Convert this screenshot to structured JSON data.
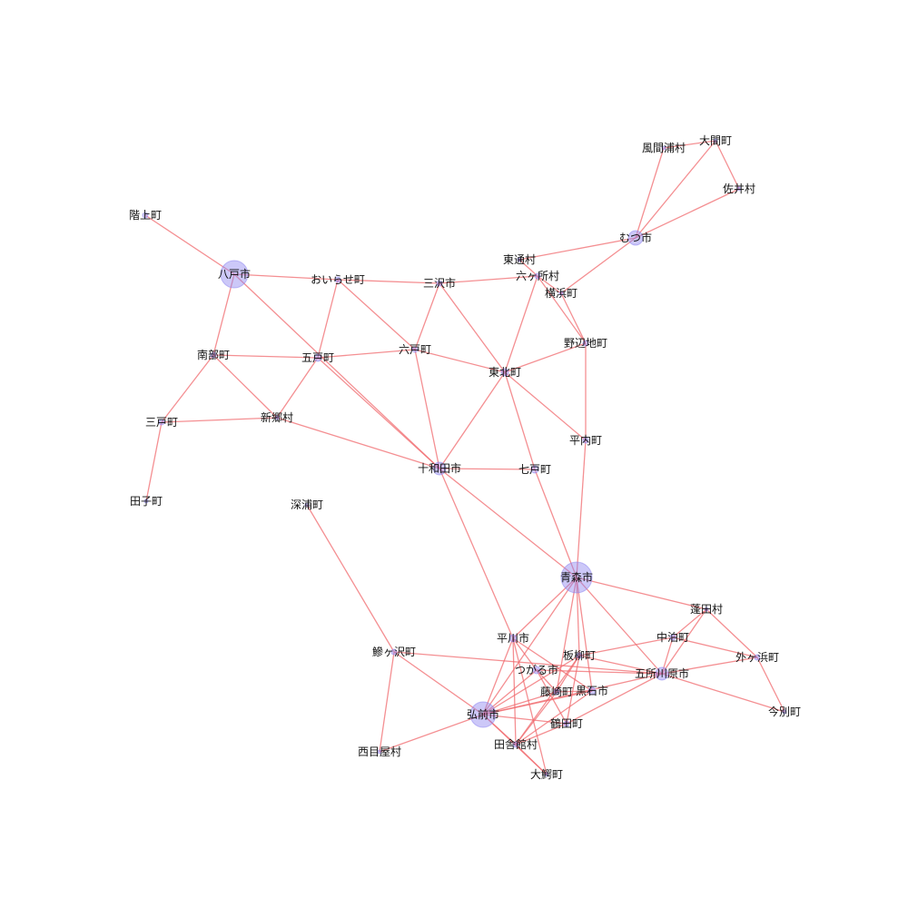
{
  "nodes": [
    {
      "id": "n01",
      "label": "風間浦村",
      "size": 2
    },
    {
      "id": "n02",
      "label": "大間町",
      "size": 2
    },
    {
      "id": "n03",
      "label": "佐井村",
      "size": 2
    },
    {
      "id": "n04",
      "label": "むつ市",
      "size": 8
    },
    {
      "id": "n05",
      "label": "階上町",
      "size": 3
    },
    {
      "id": "n06",
      "label": "八戸市",
      "size": 15
    },
    {
      "id": "n07",
      "label": "おいらせ町",
      "size": 3
    },
    {
      "id": "n08",
      "label": "三沢市",
      "size": 3
    },
    {
      "id": "n09",
      "label": "東通村",
      "size": 2
    },
    {
      "id": "n10",
      "label": "六ヶ所村",
      "size": 3
    },
    {
      "id": "n11",
      "label": "横浜町",
      "size": 2
    },
    {
      "id": "n12",
      "label": "南部町",
      "size": 3
    },
    {
      "id": "n13",
      "label": "五戸町",
      "size": 4
    },
    {
      "id": "n14",
      "label": "六戸町",
      "size": 3
    },
    {
      "id": "n15",
      "label": "野辺地町",
      "size": 3
    },
    {
      "id": "n16",
      "label": "東北町",
      "size": 4
    },
    {
      "id": "n17",
      "label": "三戸町",
      "size": 3
    },
    {
      "id": "n18",
      "label": "新郷村",
      "size": 2
    },
    {
      "id": "n19",
      "label": "平内町",
      "size": 3
    },
    {
      "id": "n20",
      "label": "十和田市",
      "size": 7
    },
    {
      "id": "n21",
      "label": "七戸町",
      "size": 4
    },
    {
      "id": "n22",
      "label": "田子町",
      "size": 2
    },
    {
      "id": "n23",
      "label": "深浦町",
      "size": 2
    },
    {
      "id": "n24",
      "label": "青森市",
      "size": 17
    },
    {
      "id": "n25",
      "label": "蓬田村",
      "size": 2
    },
    {
      "id": "n26",
      "label": "平川市",
      "size": 4
    },
    {
      "id": "n27",
      "label": "中泊町",
      "size": 3
    },
    {
      "id": "n28",
      "label": "鰺ヶ沢町",
      "size": 3
    },
    {
      "id": "n29",
      "label": "板柳町",
      "size": 3
    },
    {
      "id": "n30",
      "label": "外ヶ浜町",
      "size": 3
    },
    {
      "id": "n31",
      "label": "つがる市",
      "size": 4
    },
    {
      "id": "n32",
      "label": "五所川原市",
      "size": 7
    },
    {
      "id": "n33",
      "label": "藤崎町",
      "size": 3
    },
    {
      "id": "n34",
      "label": "黒石市",
      "size": 4
    },
    {
      "id": "n35",
      "label": "今別町",
      "size": 2
    },
    {
      "id": "n36",
      "label": "弘前市",
      "size": 14
    },
    {
      "id": "n37",
      "label": "鶴田町",
      "size": 3
    },
    {
      "id": "n38",
      "label": "田舎館村",
      "size": 3
    },
    {
      "id": "n39",
      "label": "西目屋村",
      "size": 2
    },
    {
      "id": "n40",
      "label": "大鰐町",
      "size": 2
    }
  ],
  "edges": [
    [
      "n01",
      "n02"
    ],
    [
      "n01",
      "n04"
    ],
    [
      "n02",
      "n03"
    ],
    [
      "n02",
      "n04"
    ],
    [
      "n03",
      "n04"
    ],
    [
      "n04",
      "n09"
    ],
    [
      "n04",
      "n11"
    ],
    [
      "n05",
      "n06"
    ],
    [
      "n06",
      "n07"
    ],
    [
      "n06",
      "n12"
    ],
    [
      "n06",
      "n20"
    ],
    [
      "n07",
      "n08"
    ],
    [
      "n07",
      "n13"
    ],
    [
      "n07",
      "n14"
    ],
    [
      "n08",
      "n10"
    ],
    [
      "n08",
      "n14"
    ],
    [
      "n08",
      "n16"
    ],
    [
      "n09",
      "n10"
    ],
    [
      "n10",
      "n11"
    ],
    [
      "n10",
      "n15"
    ],
    [
      "n10",
      "n16"
    ],
    [
      "n11",
      "n15"
    ],
    [
      "n12",
      "n13"
    ],
    [
      "n12",
      "n17"
    ],
    [
      "n12",
      "n18"
    ],
    [
      "n13",
      "n14"
    ],
    [
      "n13",
      "n18"
    ],
    [
      "n13",
      "n20"
    ],
    [
      "n14",
      "n16"
    ],
    [
      "n14",
      "n20"
    ],
    [
      "n15",
      "n16"
    ],
    [
      "n15",
      "n19"
    ],
    [
      "n16",
      "n19"
    ],
    [
      "n16",
      "n20"
    ],
    [
      "n16",
      "n21"
    ],
    [
      "n17",
      "n18"
    ],
    [
      "n17",
      "n22"
    ],
    [
      "n18",
      "n20"
    ],
    [
      "n19",
      "n24"
    ],
    [
      "n20",
      "n21"
    ],
    [
      "n20",
      "n24"
    ],
    [
      "n20",
      "n26"
    ],
    [
      "n21",
      "n24"
    ],
    [
      "n23",
      "n28"
    ],
    [
      "n24",
      "n25"
    ],
    [
      "n24",
      "n26"
    ],
    [
      "n24",
      "n29"
    ],
    [
      "n24",
      "n32"
    ],
    [
      "n24",
      "n33"
    ],
    [
      "n24",
      "n34"
    ],
    [
      "n24",
      "n36"
    ],
    [
      "n25",
      "n27"
    ],
    [
      "n25",
      "n30"
    ],
    [
      "n25",
      "n32"
    ],
    [
      "n26",
      "n31"
    ],
    [
      "n26",
      "n34"
    ],
    [
      "n26",
      "n36"
    ],
    [
      "n26",
      "n38"
    ],
    [
      "n26",
      "n40"
    ],
    [
      "n27",
      "n29"
    ],
    [
      "n27",
      "n30"
    ],
    [
      "n27",
      "n32"
    ],
    [
      "n28",
      "n32"
    ],
    [
      "n28",
      "n36"
    ],
    [
      "n28",
      "n39"
    ],
    [
      "n29",
      "n32"
    ],
    [
      "n29",
      "n33"
    ],
    [
      "n29",
      "n36"
    ],
    [
      "n29",
      "n37"
    ],
    [
      "n29",
      "n38"
    ],
    [
      "n30",
      "n32"
    ],
    [
      "n30",
      "n35"
    ],
    [
      "n31",
      "n32"
    ],
    [
      "n31",
      "n33"
    ],
    [
      "n31",
      "n36"
    ],
    [
      "n31",
      "n37"
    ],
    [
      "n32",
      "n35"
    ],
    [
      "n32",
      "n36"
    ],
    [
      "n32",
      "n37"
    ],
    [
      "n33",
      "n34"
    ],
    [
      "n33",
      "n36"
    ],
    [
      "n33",
      "n38"
    ],
    [
      "n34",
      "n36"
    ],
    [
      "n34",
      "n38"
    ],
    [
      "n36",
      "n37"
    ],
    [
      "n36",
      "n38"
    ],
    [
      "n36",
      "n39"
    ],
    [
      "n36",
      "n40"
    ],
    [
      "n37",
      "n38"
    ],
    [
      "n38",
      "n40"
    ]
  ]
}
